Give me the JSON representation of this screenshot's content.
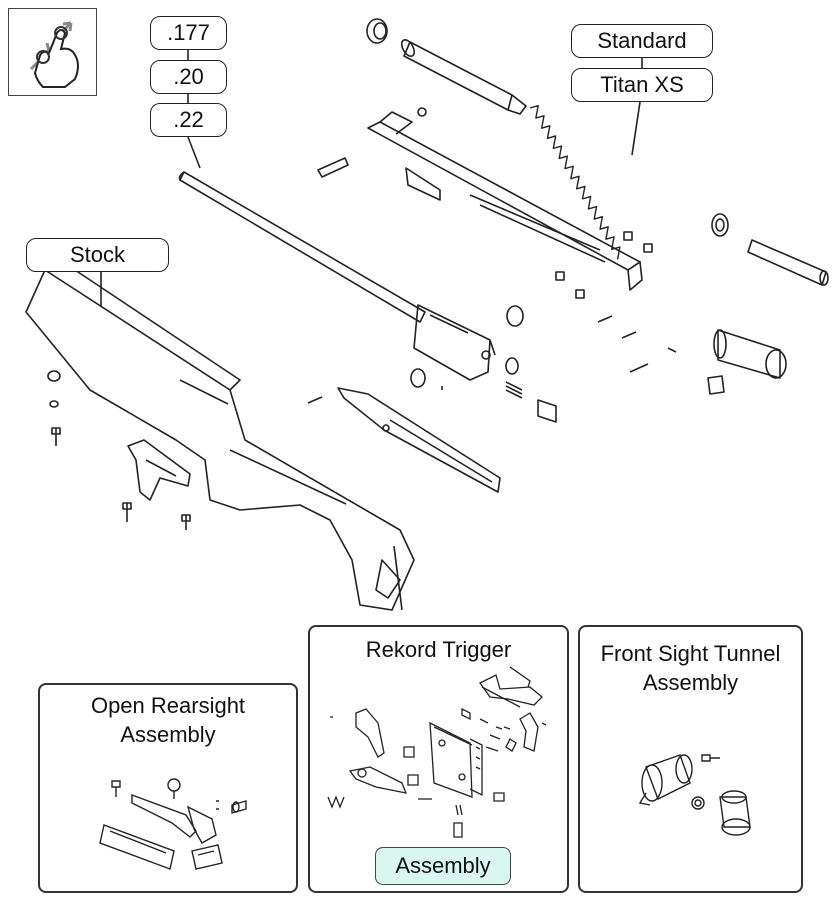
{
  "calibers": [
    ".177",
    ".20",
    ".22"
  ],
  "springs": [
    "Standard",
    "Titan XS"
  ],
  "stock_label": "Stock",
  "panels": {
    "rearsight": {
      "title_line1": "Open Rearsight",
      "title_line2": "Assembly"
    },
    "trigger": {
      "title": "Rekord Trigger",
      "button": "Assembly"
    },
    "front_sight": {
      "title_line1": "Front Sight Tunnel",
      "title_line2": "Assembly"
    }
  },
  "icons": {
    "gesture": "pinch-zoom-icon"
  }
}
